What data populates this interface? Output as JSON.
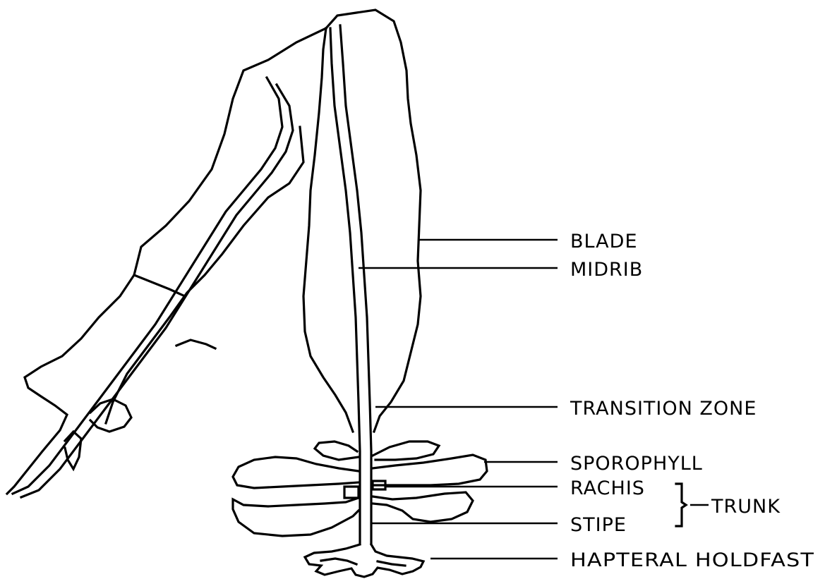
{
  "labels": {
    "blade": "BLADE",
    "midrib": "MIDRIB",
    "transition_zone": "TRANSITION ZONE",
    "sporophyll": "SPOROPHYLL",
    "rachis": "RACHIS",
    "stipe": "STIPE",
    "trunk": "TRUNK",
    "hapteral_holdfast": "HAPTERAL HOLDFAST"
  },
  "colors": {
    "line": "#000000",
    "background": "#ffffff"
  }
}
